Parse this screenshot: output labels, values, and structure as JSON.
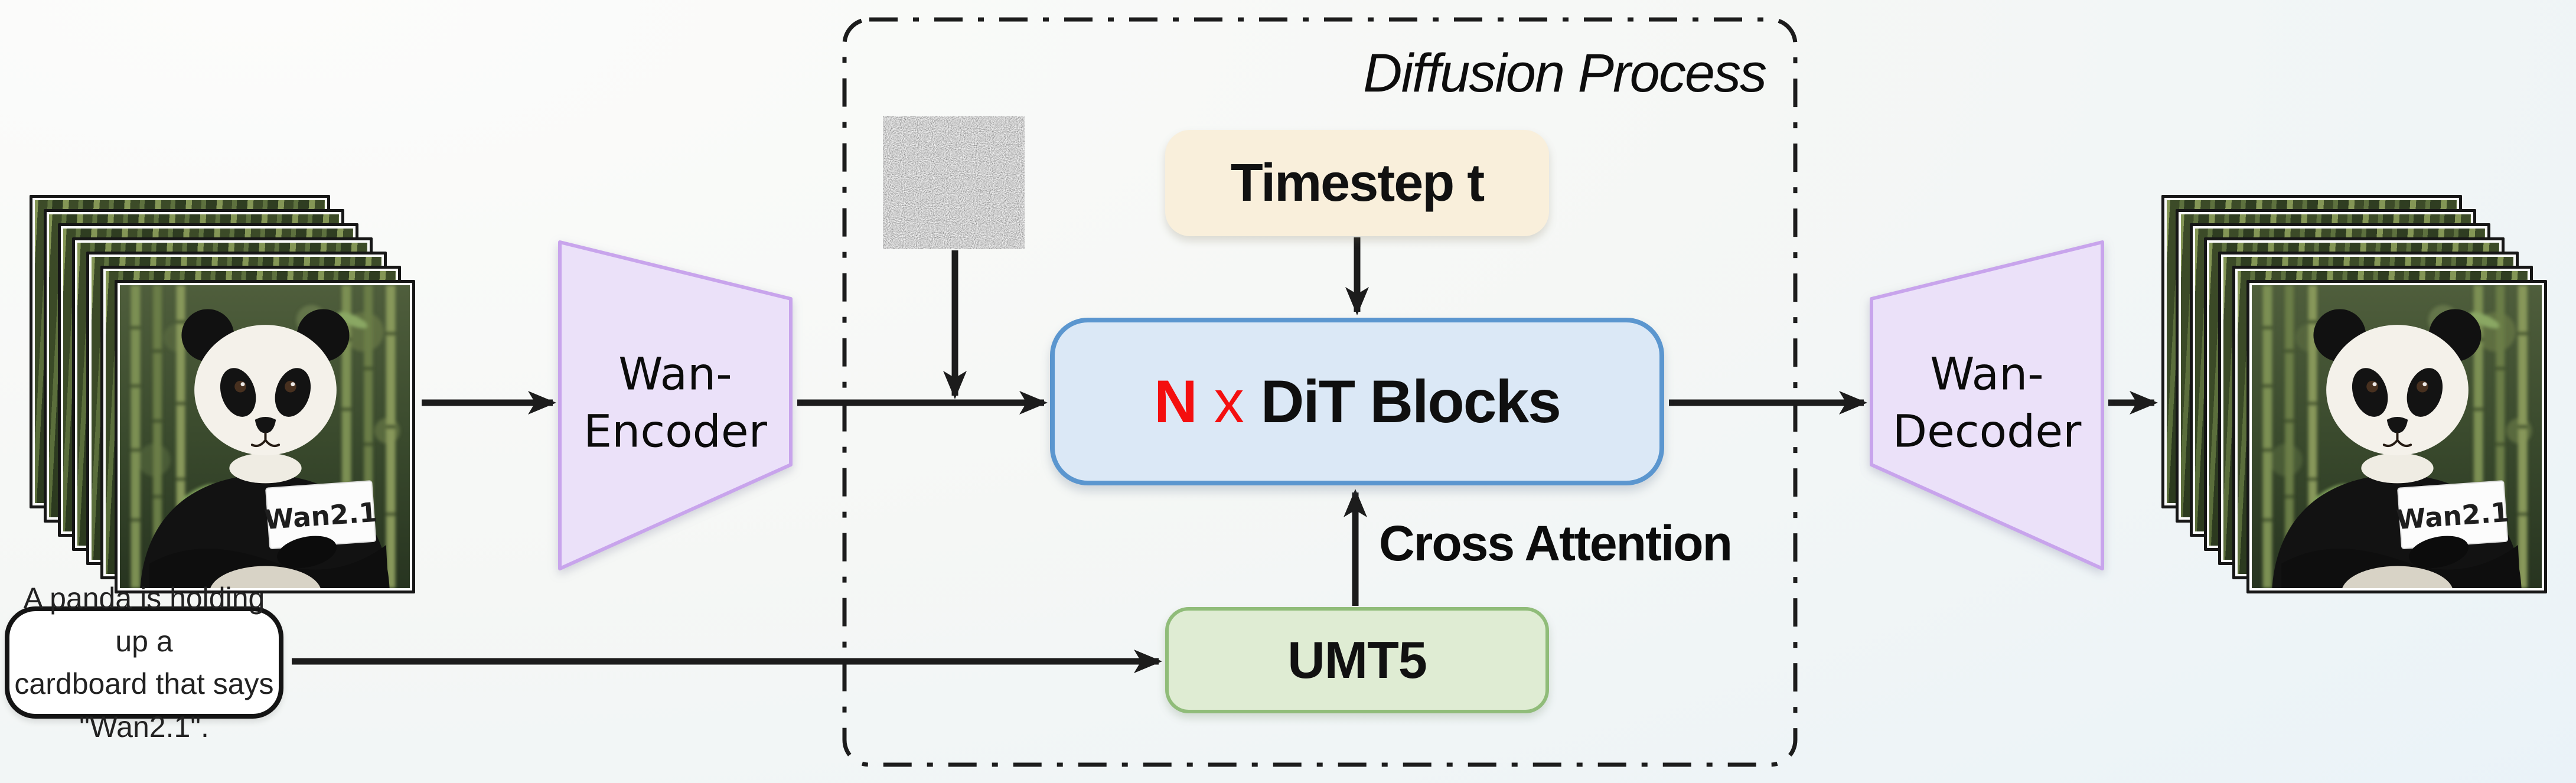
{
  "diffusion_box": {
    "title": "Diffusion Process"
  },
  "encoder": {
    "line1": "Wan-",
    "line2": "Encoder"
  },
  "decoder": {
    "line1": "Wan-",
    "line2": "Decoder"
  },
  "dit": {
    "count_symbol": "N",
    "multiply_symbol": "x",
    "label": "DiT Blocks"
  },
  "timestep": {
    "label": "Timestep t"
  },
  "umt5": {
    "label": "UMT5"
  },
  "cross_attention": {
    "label": "Cross Attention"
  },
  "prompt": {
    "line1": "A panda is holding up a",
    "line2": "cardboard that says \"Wan2.1\"."
  },
  "frames": {
    "count": 7,
    "sign_text": "Wan2.1"
  },
  "colors": {
    "canvas_bg_start": "#fcfcfb",
    "canvas_bg_end": "#e9f2f8",
    "line": "#1c1c1c",
    "dit_fill": "#dbe8f6",
    "dit_border": "#5b96cf",
    "dit_n_red": "#f40f0f",
    "timestep_fill": "#f9efdb",
    "umt5_fill": "#dfecd3",
    "umt5_border": "#90bc79",
    "vae_fill": "#ebe1f9",
    "vae_border": "#c8a4ec",
    "bubble_border": "#141414"
  }
}
